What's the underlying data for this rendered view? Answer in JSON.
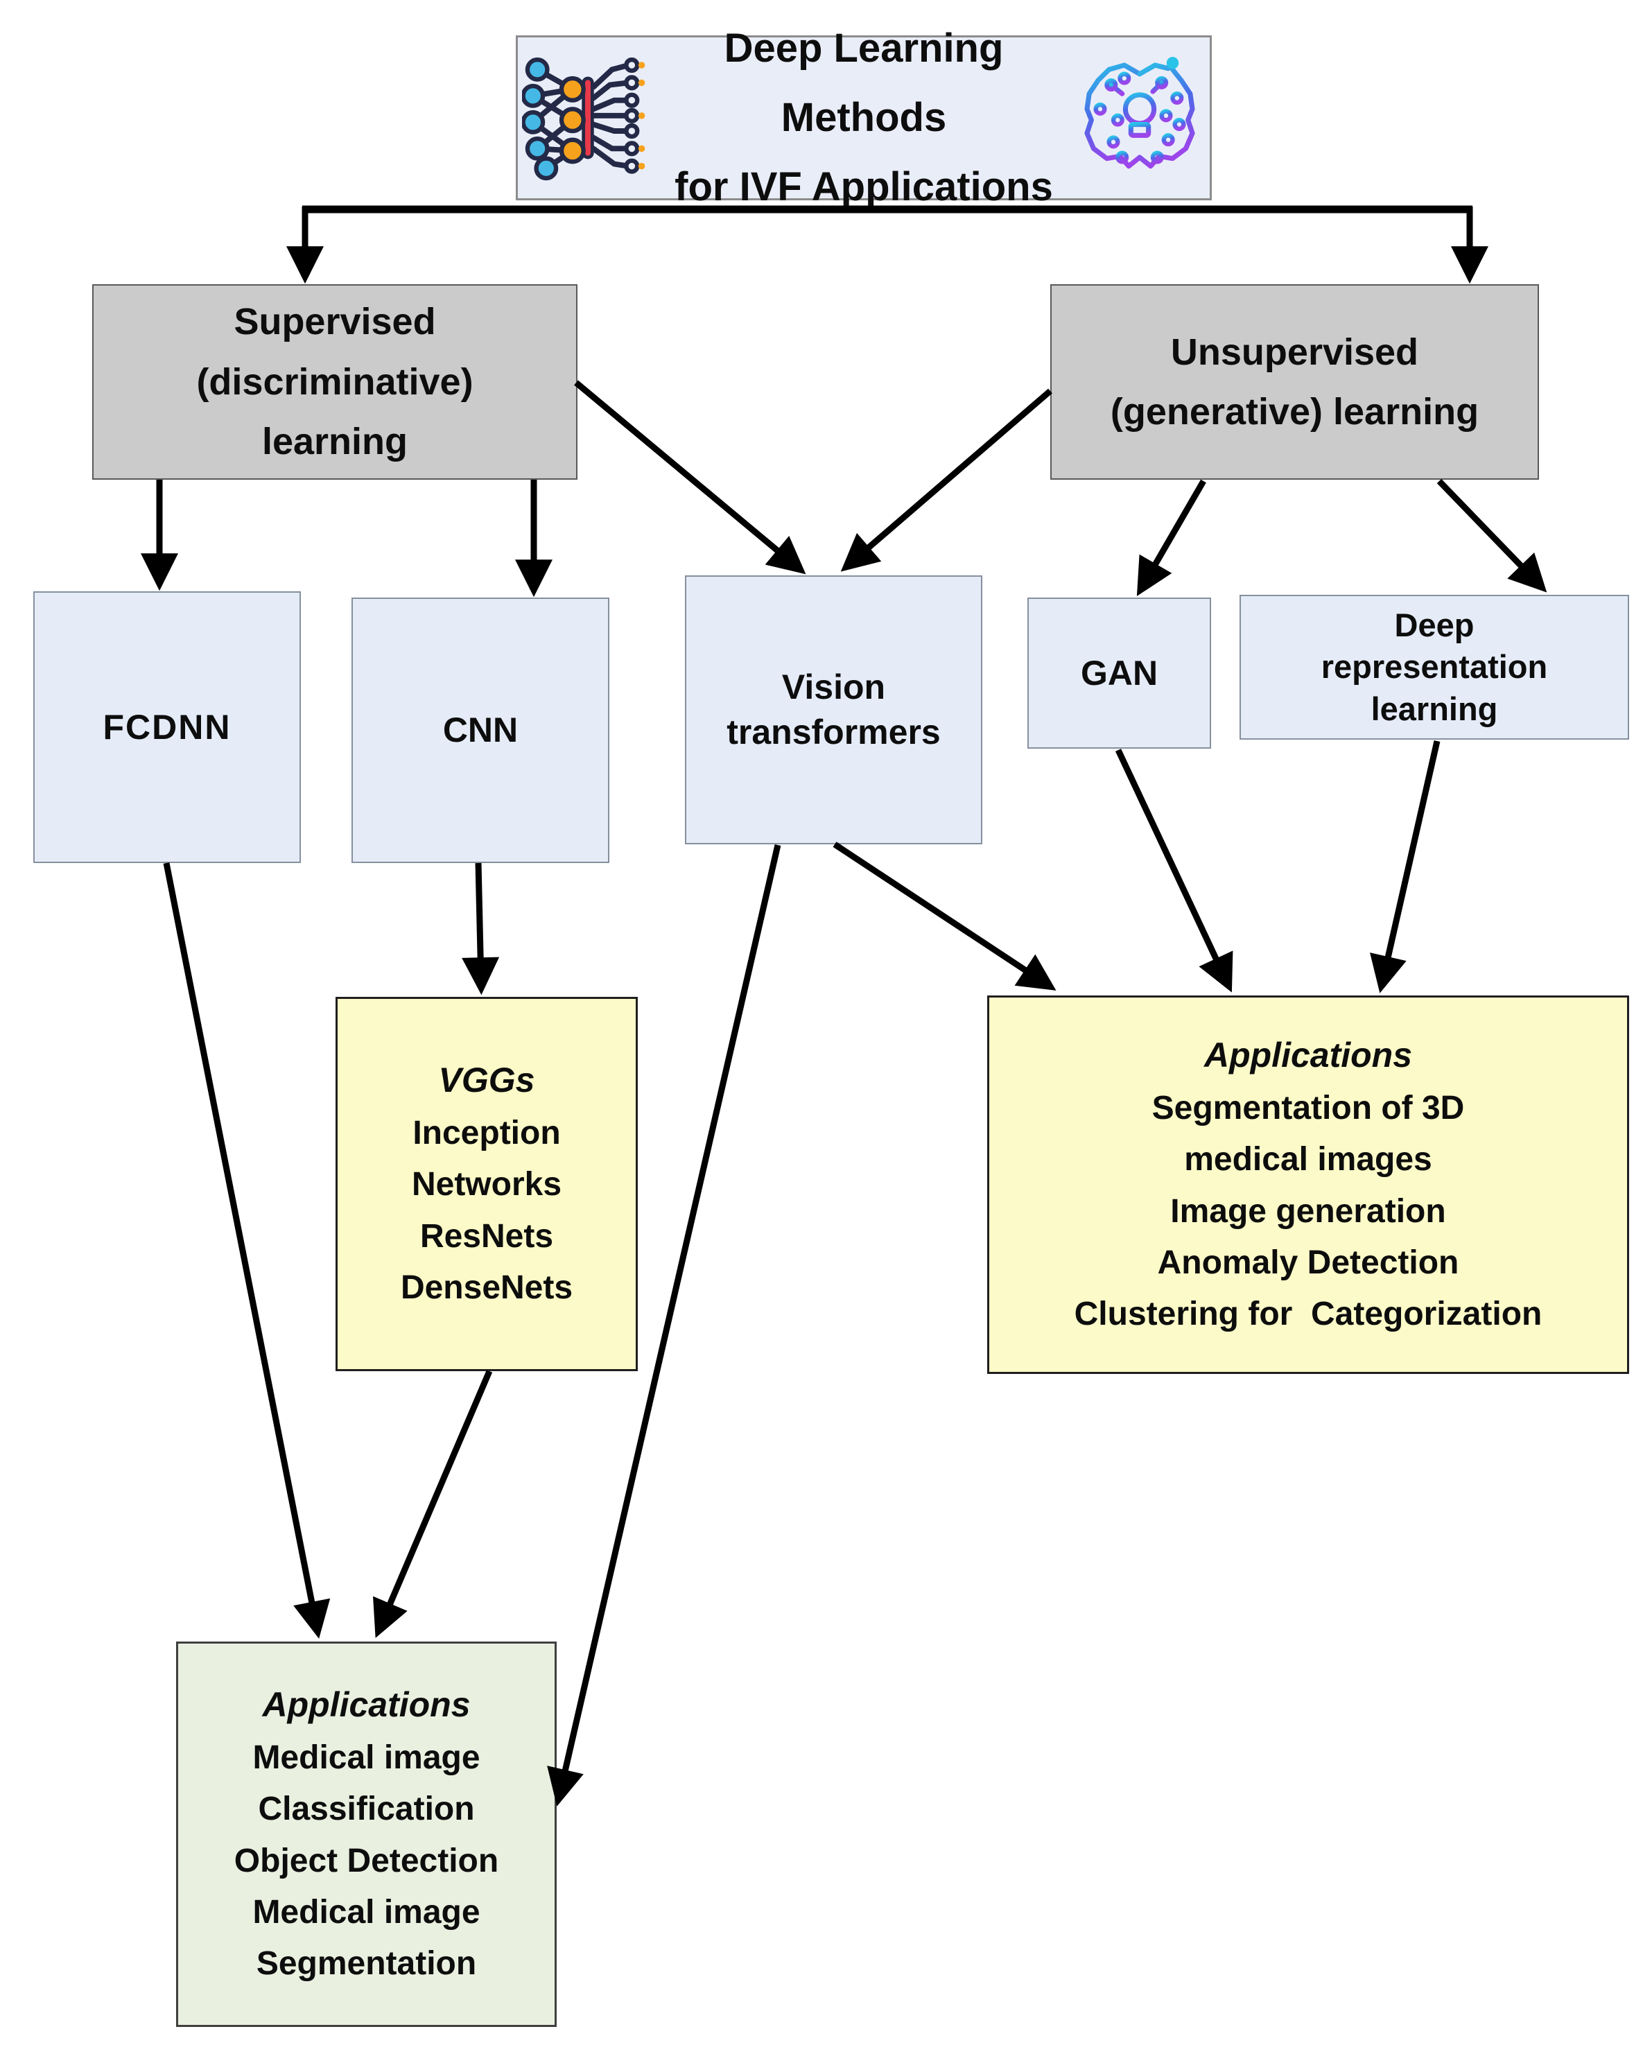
{
  "diagram": {
    "title": {
      "text": "Deep Learning Methods\nfor IVF Applications"
    },
    "icons": {
      "left": "neural-network-icon",
      "right": "brain-circuit-icon"
    },
    "branches": {
      "supervised": {
        "label": "Supervised\n(discriminative)\nlearning"
      },
      "unsupervised": {
        "label": "Unsupervised\n(generative) learning"
      }
    },
    "methods": {
      "fcdnn": {
        "label": "FCDNN"
      },
      "cnn": {
        "label": "CNN"
      },
      "vision_transformers": {
        "label": "Vision\ntransformers"
      },
      "gan": {
        "label": "GAN"
      },
      "deep_representation": {
        "label": "Deep\nrepresentation\nlearning"
      }
    },
    "cnn_architectures": {
      "heading": "VGGs",
      "items": "Inception\nNetworks\nResNets\nDenseNets"
    },
    "generative_applications": {
      "heading": "Applications",
      "items": "Segmentation of 3D\nmedical images\nImage generation\nAnomaly Detection\nClustering for  Categorization"
    },
    "discriminative_applications": {
      "heading": "Applications",
      "items": "Medical image\nClassification\nObject Detection\nMedical image\nSegmentation"
    },
    "colors": {
      "arrow": "#000000",
      "title_fill": "#e9edf8",
      "branch_fill": "#cbcbcb",
      "method_fill": "#e5ecf8",
      "architectures_fill": "#fbfac8",
      "generative_applications_fill": "#fbfac8",
      "discriminative_applications_fill": "#e9f0e0",
      "icon_blue": "#45b8e6",
      "icon_orange": "#f6a21d",
      "icon_red": "#e8394a",
      "brain_gradient_top": "#29c4e8",
      "brain_gradient_bottom": "#9b45ea"
    }
  }
}
